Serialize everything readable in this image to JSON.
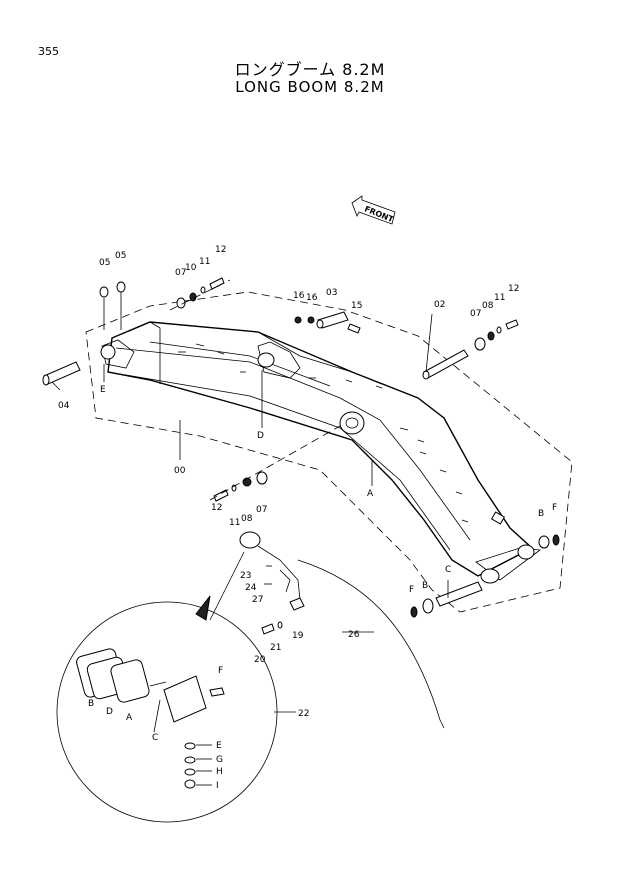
{
  "header": {
    "page_number": "355",
    "title_ja": "ロングブーム 8.2M",
    "title_en": "LONG BOOM 8.2M"
  },
  "front_arrow_label": "FRONT",
  "callouts": [
    {
      "id": "c12a",
      "text": "12"
    },
    {
      "id": "c11a",
      "text": "11"
    },
    {
      "id": "c10a",
      "text": "10"
    },
    {
      "id": "c07a",
      "text": "07"
    },
    {
      "id": "c05a",
      "text": "05"
    },
    {
      "id": "c05b",
      "text": "05"
    },
    {
      "id": "c04",
      "text": "04"
    },
    {
      "id": "cEa",
      "text": "E"
    },
    {
      "id": "cDa",
      "text": "D"
    },
    {
      "id": "c00",
      "text": "00"
    },
    {
      "id": "c16a",
      "text": "16"
    },
    {
      "id": "c16b",
      "text": "16"
    },
    {
      "id": "c03",
      "text": "03"
    },
    {
      "id": "c15",
      "text": "15"
    },
    {
      "id": "c02",
      "text": "02"
    },
    {
      "id": "c07b",
      "text": "07"
    },
    {
      "id": "c08b",
      "text": "08"
    },
    {
      "id": "c11b",
      "text": "11"
    },
    {
      "id": "c12b",
      "text": "12"
    },
    {
      "id": "cA1",
      "text": "A"
    },
    {
      "id": "cB1",
      "text": "B"
    },
    {
      "id": "cF1",
      "text": "F"
    },
    {
      "id": "cF2",
      "text": "F"
    },
    {
      "id": "cB2",
      "text": "B"
    },
    {
      "id": "cC1",
      "text": "C"
    },
    {
      "id": "c12c",
      "text": "12"
    },
    {
      "id": "c11c",
      "text": "11"
    },
    {
      "id": "c08c",
      "text": "08"
    },
    {
      "id": "c07c",
      "text": "07"
    },
    {
      "id": "c23",
      "text": "23"
    },
    {
      "id": "c24",
      "text": "24"
    },
    {
      "id": "c27",
      "text": "27"
    },
    {
      "id": "c19",
      "text": "19"
    },
    {
      "id": "c20",
      "text": "20"
    },
    {
      "id": "c21",
      "text": "21"
    },
    {
      "id": "c26",
      "text": "26"
    },
    {
      "id": "c22",
      "text": "22"
    },
    {
      "id": "cF3",
      "text": "F"
    },
    {
      "id": "cB3",
      "text": "B"
    },
    {
      "id": "cD3",
      "text": "D"
    },
    {
      "id": "cA3",
      "text": "A"
    },
    {
      "id": "cC3",
      "text": "C"
    },
    {
      "id": "cE3",
      "text": "E"
    },
    {
      "id": "cG3",
      "text": "G"
    },
    {
      "id": "cH3",
      "text": "H"
    },
    {
      "id": "cI3",
      "text": "I"
    }
  ]
}
